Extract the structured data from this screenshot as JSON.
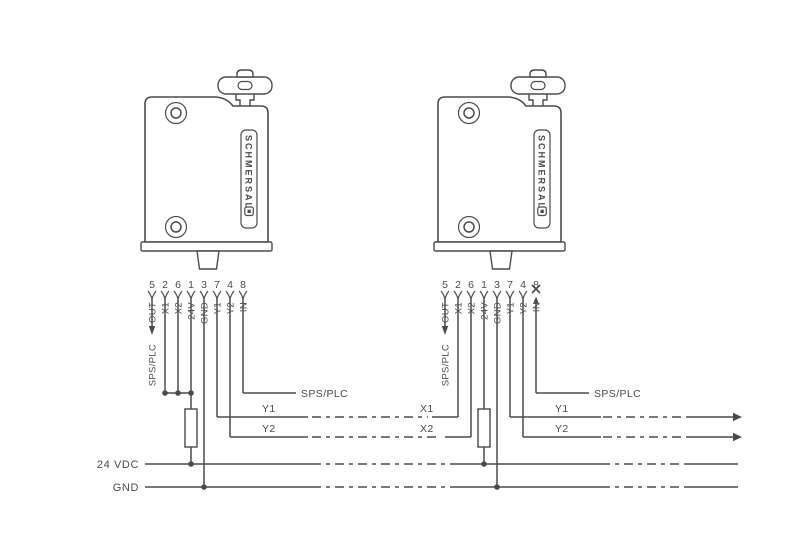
{
  "figure": {
    "type": "safety-switch-series-wiring-diagram",
    "brand_label": "SCHMERSAL",
    "pin_numbers": [
      "5",
      "2",
      "6",
      "1",
      "3",
      "7",
      "4",
      "8"
    ],
    "pin_signal_labels": [
      "OUT",
      "X1",
      "X2",
      "24V",
      "GND",
      "Y1",
      "Y2",
      "IN"
    ],
    "rails": {
      "power_label": "24 VDC",
      "ground_label": "GND"
    },
    "devices": [
      {
        "id": "safety-switch-1",
        "plc_out_label": "SPS/PLC",
        "plc_in_label": "SPS/PLC",
        "y1_label": "Y1",
        "y2_label": "Y2"
      },
      {
        "id": "safety-switch-2",
        "x1_label": "X1",
        "x2_label": "X2",
        "plc_out_label": "SPS/PLC",
        "plc_in_label": "SPS/PLC",
        "y1_label": "Y1",
        "y2_label": "Y2",
        "in_terminated": true
      }
    ],
    "colors": {
      "line": "#4b4b4b",
      "background": "#ffffff"
    }
  }
}
